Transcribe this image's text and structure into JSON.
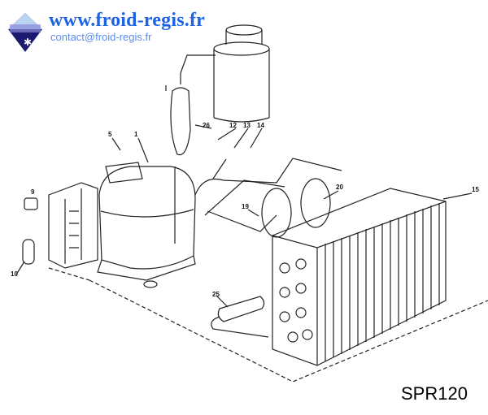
{
  "header": {
    "website": "www.froid-regis.fr",
    "contact": "contact@froid-regis.fr",
    "logo_icon": "snowflake-diamond-logo"
  },
  "diagram": {
    "model_code": "SPR120",
    "part_labels": {
      "p1": "1",
      "p5": "5",
      "p9": "9",
      "p10": "10",
      "p12": "12",
      "p13": "13",
      "p14": "14",
      "p15": "15",
      "p19": "19",
      "p20": "20",
      "p25": "25",
      "p26": "26"
    }
  }
}
